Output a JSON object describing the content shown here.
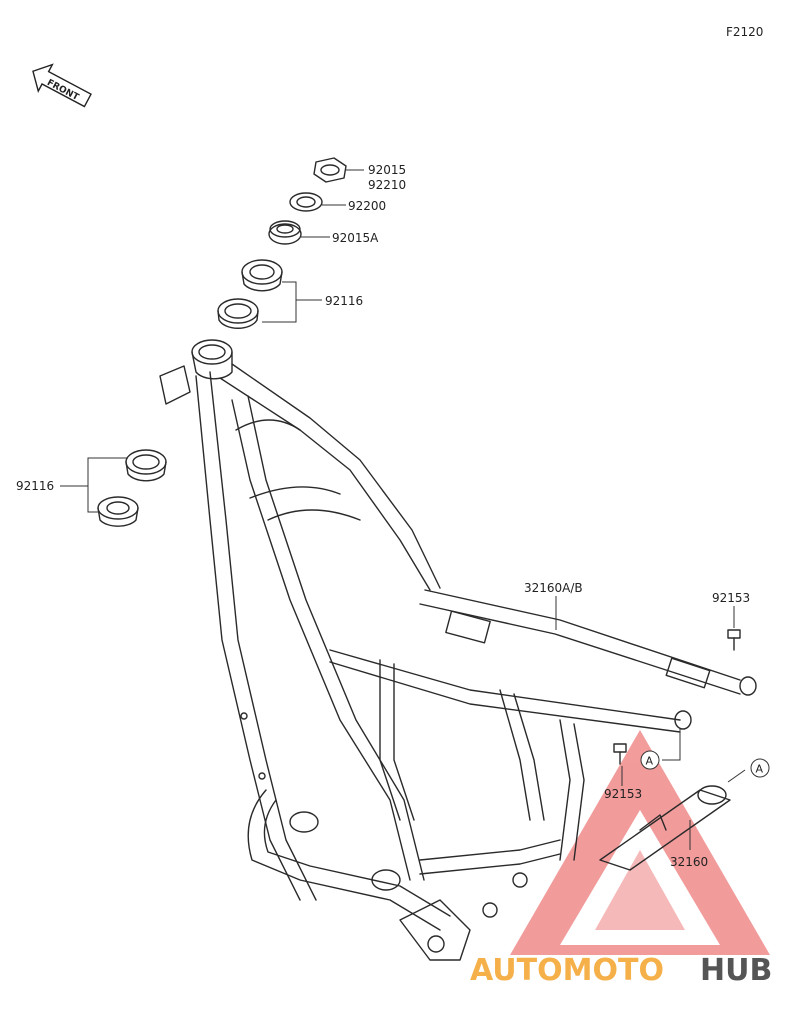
{
  "diagram_code": "F2120",
  "front_label": "FRONT",
  "callouts": {
    "p92015": "92015",
    "p92210": "92210",
    "p92200": "92200",
    "p92015A": "92015A",
    "p92116_top": "92116",
    "p92116_left": "92116",
    "p32160AB": "32160A/B",
    "p92153_right": "92153",
    "p92153_center": "92153",
    "p32160": "32160",
    "ref_a1": "A",
    "ref_a2": "A"
  },
  "watermark": {
    "part1": "AUTOMOTO",
    "part2": "HUB",
    "color_orange": "#f5b04a",
    "color_red": "#e84a4a",
    "color_gray": "#555555"
  }
}
